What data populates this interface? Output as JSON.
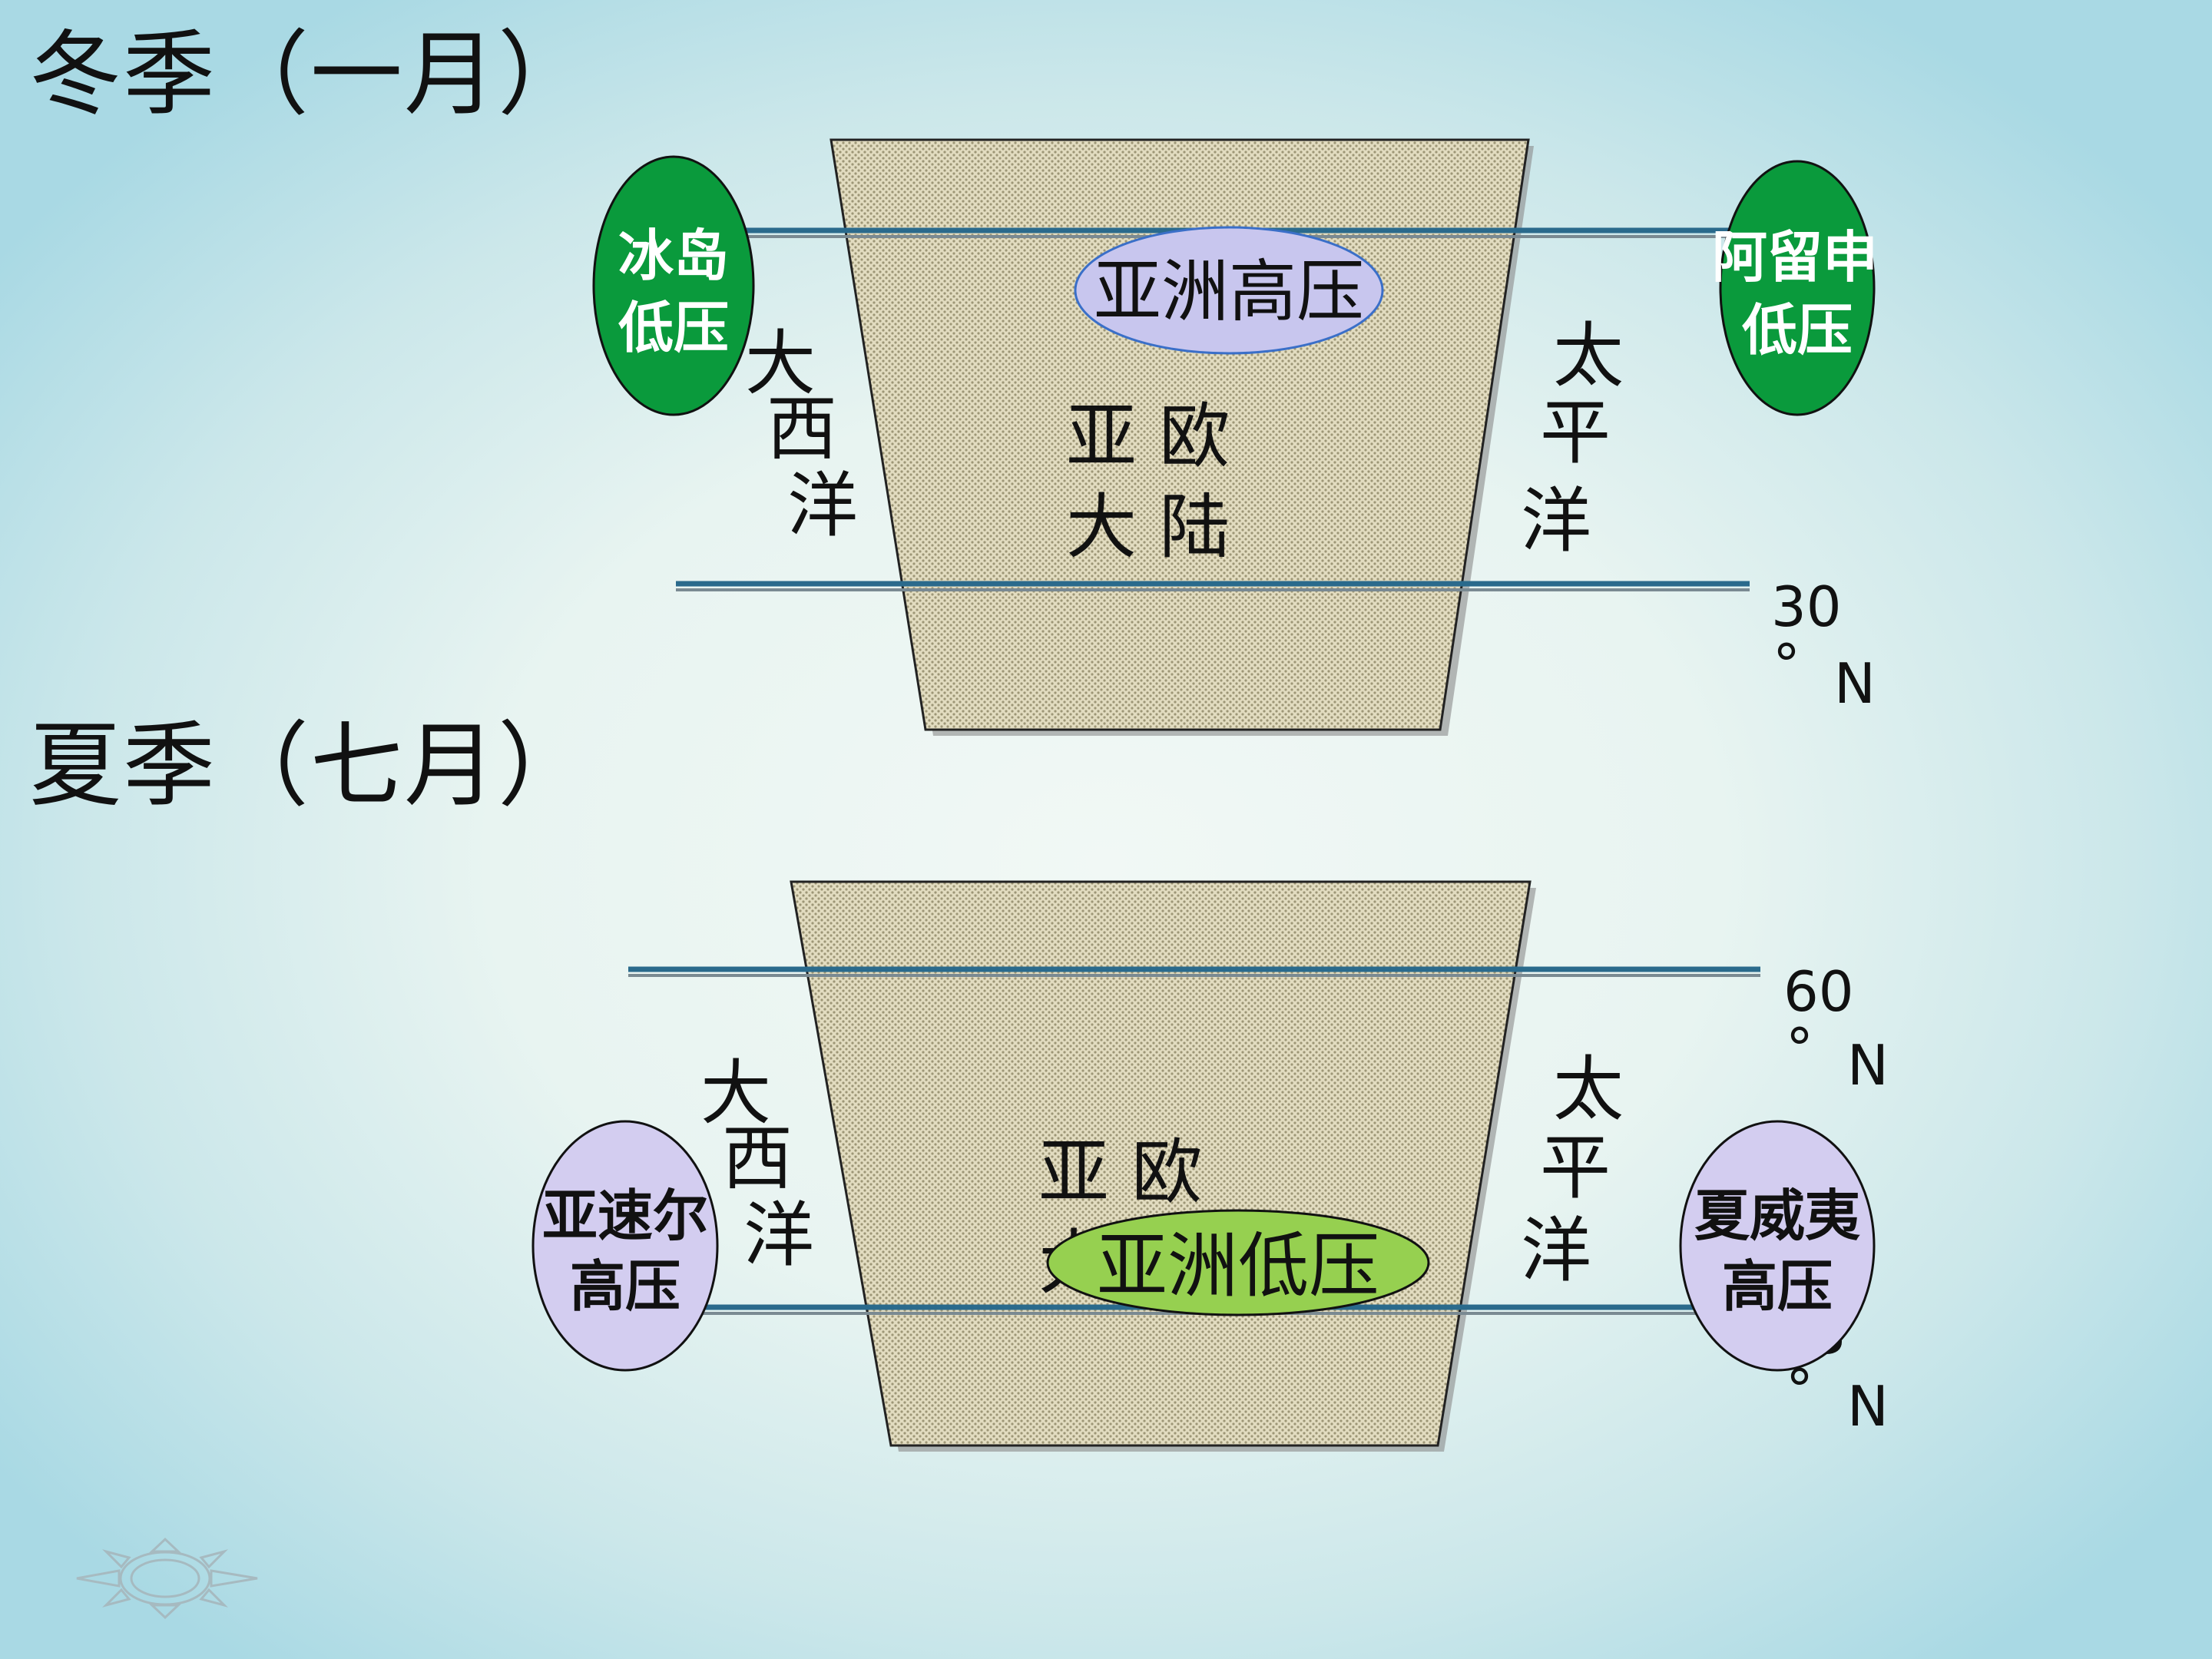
{
  "winter": {
    "title": "冬季（一月）",
    "continent": {
      "line1": "亚 欧",
      "line2": "大 陆"
    },
    "atlantic": [
      "大",
      "西",
      "洋"
    ],
    "pacific": [
      "太",
      "平",
      "洋"
    ],
    "asia_center": "亚洲高压",
    "west_center": [
      "冰岛",
      "低压"
    ],
    "east_center": [
      "阿留申",
      "低压"
    ],
    "latitude": {
      "value": "30",
      "degree": "°",
      "dir": "N"
    }
  },
  "summer": {
    "title": "夏季（七月）",
    "continent": {
      "line1": "亚 欧",
      "line2": "大"
    },
    "atlantic": [
      "大",
      "西",
      "洋"
    ],
    "pacific": [
      "太",
      "平",
      "洋"
    ],
    "asia_center": "亚洲低压",
    "west_center": [
      "亚速尔",
      "高压"
    ],
    "east_center": [
      "夏威夷",
      "高压"
    ],
    "latitude_top": {
      "value": "60",
      "degree": "°",
      "dir": "N"
    },
    "latitude_bottom": {
      "value": "3",
      "degree": "°",
      "dir": "N"
    }
  },
  "colors": {
    "land_fill": "#e2dcc0",
    "land_dots": "#9d9676",
    "latitude_line": "#2a6a8c",
    "low_pressure_green": "#0a9a3c",
    "asia_high_fill": "#c8c6ee",
    "asia_low_fill": "#96d050",
    "high_pressure_lavender": "#d3cdf0"
  },
  "decor": {
    "icon": "sun-outline-icon"
  }
}
